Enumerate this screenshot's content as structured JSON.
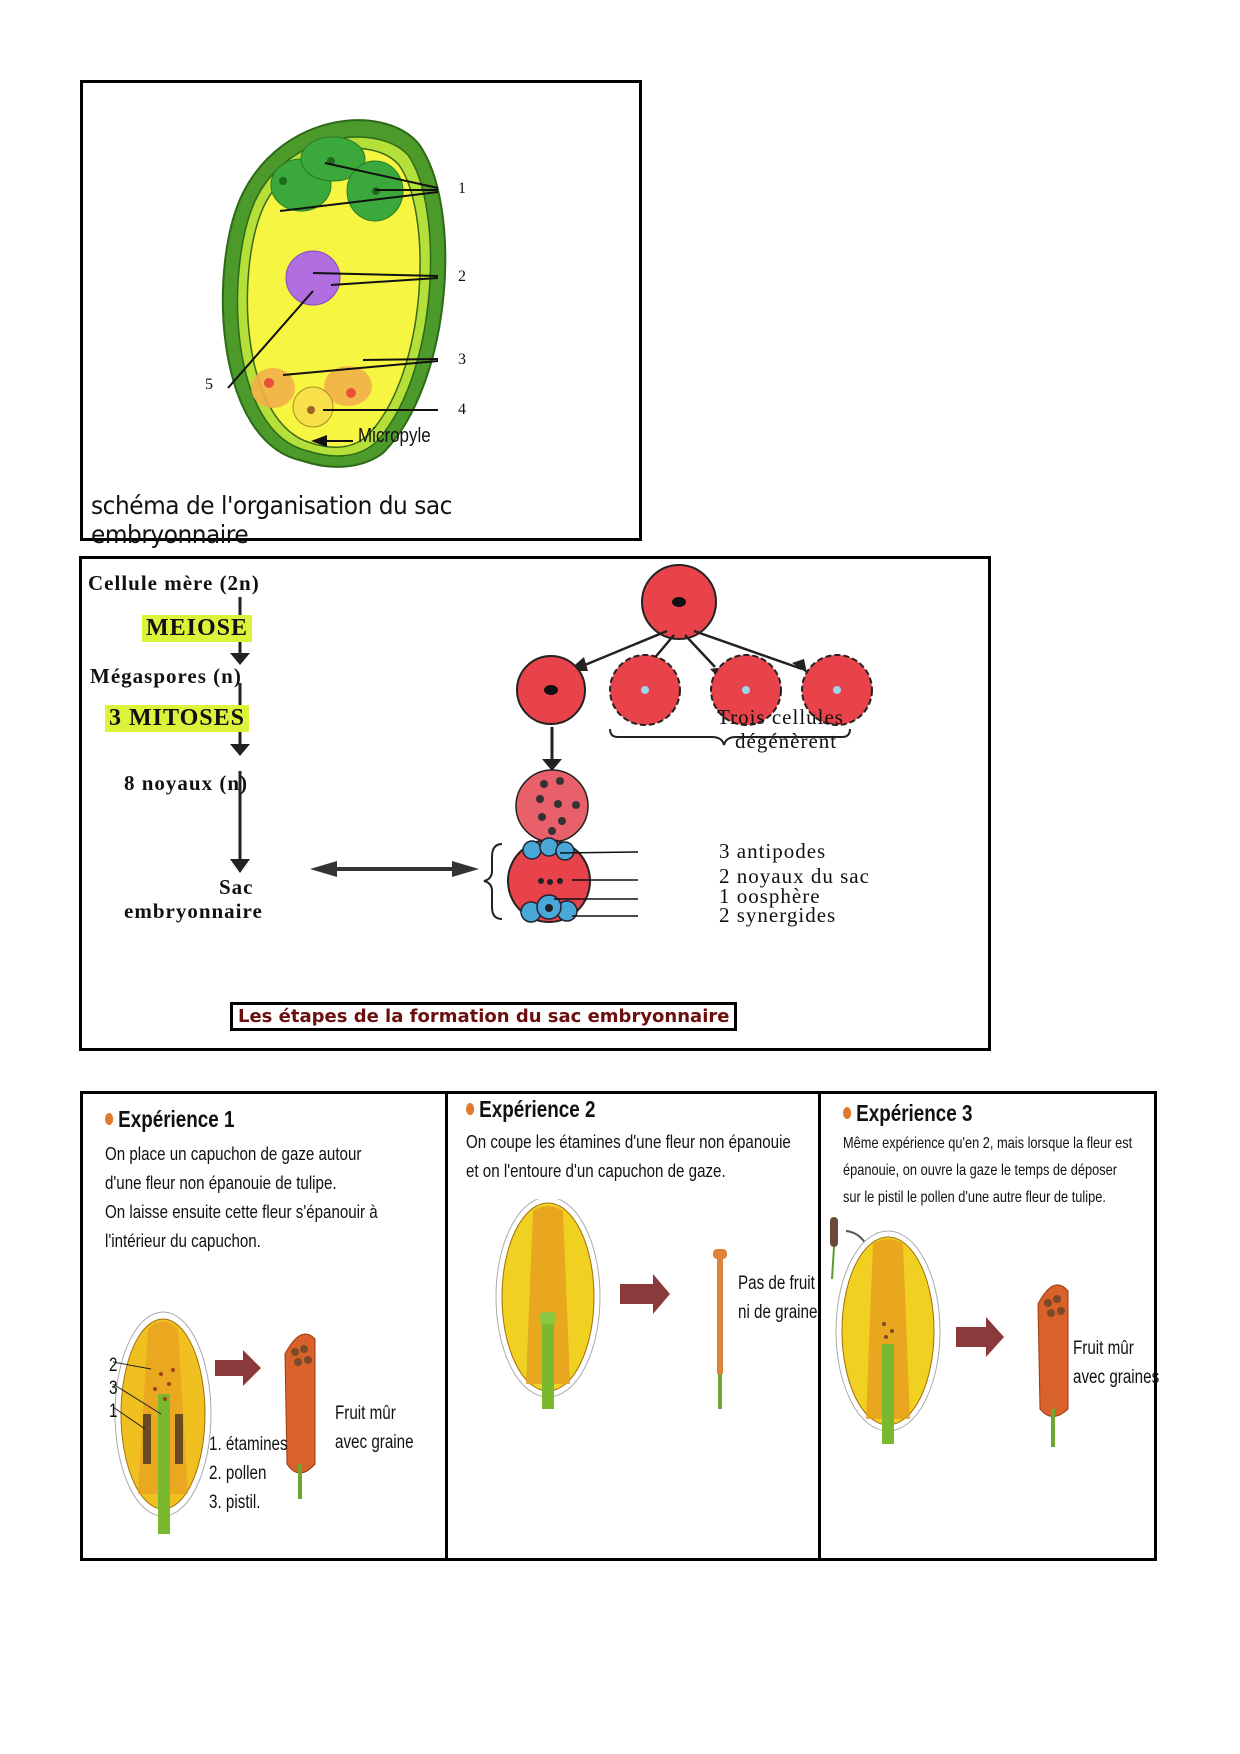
{
  "panel1": {
    "labels": [
      "1",
      "2",
      "3",
      "4",
      "5"
    ],
    "micropyle": "Micropyle",
    "caption": "schéma de l'organisation du sac embryonnaire",
    "colors": {
      "tegument": "#4c9a2a",
      "sac": "#f5f542",
      "antipodes": "#3aa83a",
      "central_cell": "#b06ee0",
      "synergids": "#f2b04a",
      "egg": "#f7e04a"
    }
  },
  "panel2": {
    "flow": {
      "step1": "Cellule mère (2n)",
      "process1": "MEIOSE",
      "step2": "Mégaspores (n)",
      "process2": "3 MITOSES",
      "step3": "8 noyaux (n)",
      "step4_line1": "Sac",
      "step4_line2": "embryonnaire"
    },
    "degenerate_line1": "Trois cellules",
    "degenerate_line2": "dégénèrent",
    "sac_labels": [
      "3 antipodes",
      "2 noyaux du sac",
      "1 oosphère",
      "2 synergides"
    ],
    "caption": "Les étapes de la formation du sac embryonnaire",
    "colors": {
      "highlight": "#ddf23a",
      "cell": "#e8434a",
      "nucleus_blue": "#4aa8d8",
      "caption_text": "#6b0e0e"
    }
  },
  "panel3": {
    "experiments": [
      {
        "title": "Expérience 1",
        "text": [
          "On place un capuchon de gaze autour",
          "d'une fleur non épanouie de tulipe.",
          "On laisse ensuite cette fleur s'épanouir à",
          "l'intérieur du capuchon."
        ],
        "diagram_numbers": [
          "2",
          "3",
          "1"
        ],
        "legend": [
          "1. étamines",
          "2. pollen",
          "3. pistil."
        ],
        "result": [
          "Fruit mûr",
          "avec graine"
        ]
      },
      {
        "title": "Expérience 2",
        "text": [
          "On coupe les étamines d'une fleur non épanouie",
          "et on l'entoure d'un capuchon de gaze."
        ],
        "result": [
          "Pas de fruit",
          "ni de graine"
        ]
      },
      {
        "title": "Expérience 3",
        "text": [
          "Même expérience qu'en 2, mais lorsque la fleur est",
          "épanouie, on ouvre la gaze le temps de déposer",
          "sur le pistil le pollen d'une autre fleur de tulipe."
        ],
        "result": [
          "Fruit mûr",
          "avec graines"
        ]
      }
    ],
    "colors": {
      "bullet": "#e07a2e",
      "arrow": "#8a3a3a",
      "fruit": "#d8622a",
      "petal_yellow": "#f0d020",
      "petal_orange": "#e8a020"
    }
  }
}
